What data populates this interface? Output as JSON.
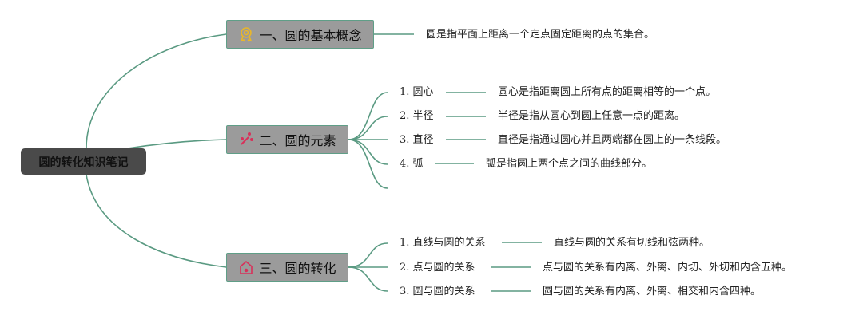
{
  "root": {
    "label": "圆的转化知识笔记"
  },
  "branches": [
    {
      "label": "一、圆的基本概念",
      "icon": "medal-icon",
      "icon_color": "#e8b62c",
      "desc": "圆是指平面上距离一个定点固定距离的点的集合。"
    },
    {
      "label": "二、圆的元素",
      "icon": "magic-wand-icon",
      "icon_color": "#d8305a",
      "children": [
        {
          "label": "1. 圆心",
          "desc": "圆心是指距离圆上所有点的距离相等的一个点。"
        },
        {
          "label": "2. 半径",
          "desc": "半径是指从圆心到圆上任意一点的距离。"
        },
        {
          "label": "3. 直径",
          "desc": "直径是指通过圆心并且两端都在圆上的一条线段。"
        },
        {
          "label": "4. 弧",
          "desc": "弧是指圆上两个点之间的曲线部分。"
        }
      ]
    },
    {
      "label": "三、圆的转化",
      "icon": "home-icon",
      "icon_color": "#d8305a",
      "children": [
        {
          "label": "1. 直线与圆的关系",
          "desc": "直线与圆的关系有切线和弦两种。"
        },
        {
          "label": "2. 点与圆的关系",
          "desc": "点与圆的关系有内离、外离、内切、外切和内含五种。"
        },
        {
          "label": "3. 圆与圆的关系",
          "desc": "圆与圆的关系有内离、外离、相交和内含四种。"
        }
      ]
    }
  ],
  "colors": {
    "line": "#5a9a82",
    "box": "#9b9b9b",
    "root": "#4a4a4a"
  }
}
